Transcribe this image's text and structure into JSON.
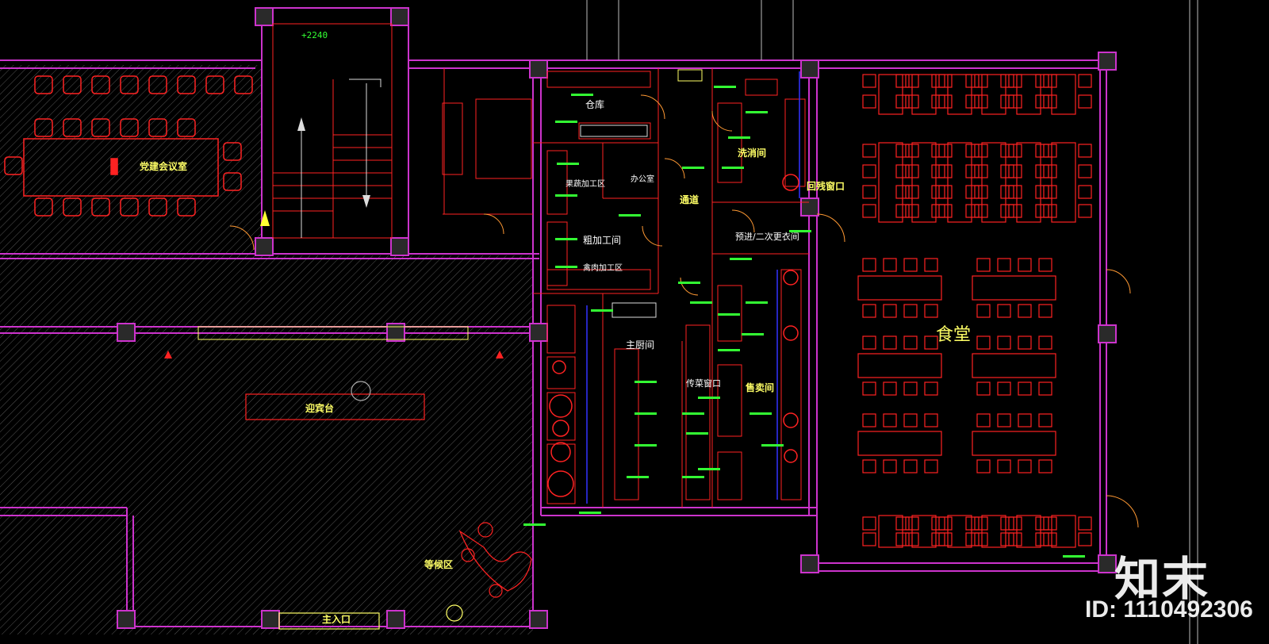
{
  "drawing": {
    "colors": {
      "background": "#000000",
      "wall": "#cc33cc",
      "line": "#ff2222",
      "door": "#ff9933",
      "annotation": "#33ff33",
      "hatch": "#666666",
      "blue": "#3333ff",
      "label": "#ffffff",
      "highlight": "#ffff66"
    },
    "elevation_mark": "+2240",
    "rooms": {
      "party_meeting": "党建会议室",
      "warehouse": "仓库",
      "wash_disinfect": "洗消间",
      "office": "办公室",
      "corridor": "通道",
      "return_window": "回残窗口",
      "veg_process": "果蔬加工区",
      "pre_change": "预进/二次更衣间",
      "rough_process": "粗加工间",
      "meat_process": "禽肉加工区",
      "main_kitchen": "主厨间",
      "serving_window": "传菜窗口",
      "sale_room": "售卖间",
      "canteen": "食堂",
      "reception_desk": "迎宾台",
      "waiting_area": "等候区",
      "main_entrance": "主入口"
    }
  },
  "watermark": {
    "logo": "知末",
    "id_text": "ID: 1110492306"
  }
}
